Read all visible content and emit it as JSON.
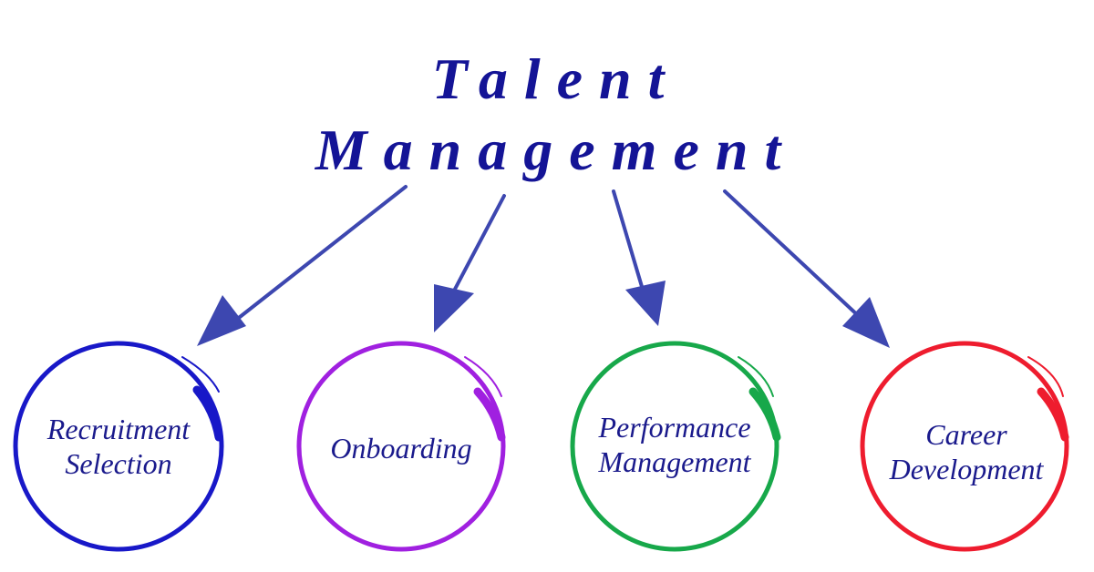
{
  "title": {
    "line1": "Talent",
    "line2": "Management",
    "color": "#141496"
  },
  "arrow_color": "#3d47b0",
  "nodes": [
    {
      "id": "recruitment",
      "line1": "Recruitment",
      "line2": "Selection",
      "ring_color": "#1818c8"
    },
    {
      "id": "onboarding",
      "line1": "Onboarding",
      "line2": "",
      "ring_color": "#a020e0"
    },
    {
      "id": "performance",
      "line1": "Performance",
      "line2": "Management",
      "ring_color": "#17a84a"
    },
    {
      "id": "career",
      "line1": "Career",
      "line2": "Development",
      "ring_color": "#ee1c2e"
    }
  ]
}
